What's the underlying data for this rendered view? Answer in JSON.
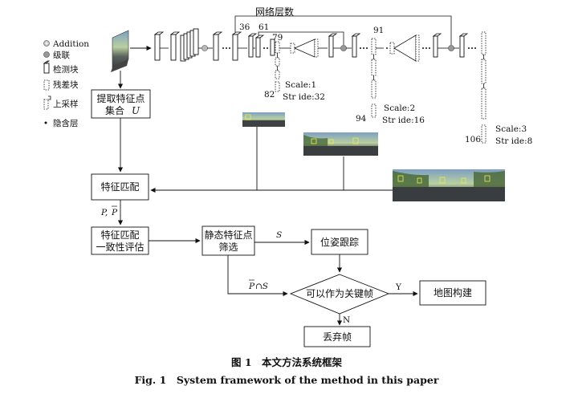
{
  "legend": {
    "addition": "Addition",
    "concat": "级联",
    "detection_block": "检测块",
    "residual_block": "残差块",
    "upsample": "上采样",
    "hidden_layer": "隐含层"
  },
  "network": {
    "title": "网络层数",
    "layer_36": "36",
    "layer_61": "61",
    "layer_79": "79",
    "layer_91": "91",
    "layer_82": "82",
    "layer_94": "94",
    "layer_106": "106",
    "scale1": "Scale:1",
    "stride1": "Str ide:32",
    "scale2": "Scale:2",
    "stride2": "Str ide:16",
    "scale3": "Scale:3",
    "stride3": "Str ide:8"
  },
  "flow": {
    "extract_line1": "提取特征点",
    "extract_line2": "集合",
    "extract_var": "U",
    "match": "特征匹配",
    "edge_p": "P,",
    "edge_p_bar": "P",
    "consistency_line1": "特征匹配",
    "consistency_line2": "一致性评估",
    "static_line1": "静态特征点",
    "static_line2": "筛选",
    "edge_s": "S",
    "pose": "位姿跟踪",
    "edge_ps": "∩S",
    "edge_ps_bar": "P",
    "keyframe": "可以作为关键帧",
    "yes": "Y",
    "no": "N",
    "map": "地图构建",
    "discard": "丢弃帧"
  },
  "caption": {
    "cn": "图 1　本文方法系统框架",
    "en": "Fig. 1　System framework of the method in this paper"
  }
}
